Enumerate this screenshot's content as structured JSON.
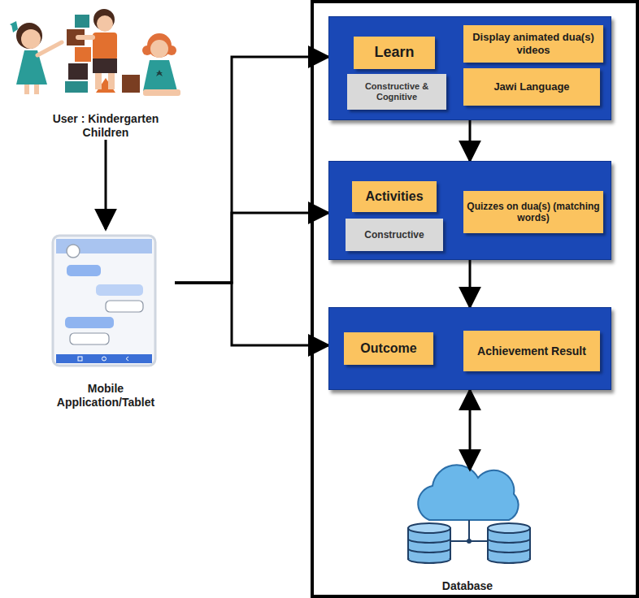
{
  "diagram": {
    "nodes": [
      {
        "text": [
          "User : Kindergarten Children"
        ]
      },
      {
        "text": [
          "Mobile Application/Tablet"
        ]
      },
      {
        "text": [
          "Learn"
        ]
      },
      {
        "text": [
          "Constructive & Cognitive"
        ],
        "in": 2
      },
      {
        "text": [
          "Display animated dua(s) videos"
        ],
        "in": 2
      },
      {
        "text": [
          "Jawi Language"
        ],
        "in": 2
      },
      {
        "text": [
          "Activities"
        ]
      },
      {
        "text": [
          "Constructive"
        ],
        "in": 6
      },
      {
        "text": [
          "Quizzes on dua(s) (matching words)"
        ],
        "in": 6
      },
      {
        "text": [
          "Outcome"
        ]
      },
      {
        "text": [
          "Achievement Result"
        ],
        "in": 9
      },
      {
        "text": [
          "Database"
        ]
      }
    ],
    "edges": [
      {
        "from": 0,
        "to": 1,
        "arrow": "to"
      },
      {
        "from": 1,
        "to": 2,
        "arrow": "to"
      },
      {
        "from": 1,
        "to": 6,
        "arrow": "to"
      },
      {
        "from": 1,
        "to": 9,
        "arrow": "to"
      },
      {
        "from": 2,
        "to": 6,
        "arrow": "to"
      },
      {
        "from": 6,
        "to": 9,
        "arrow": "to"
      },
      {
        "from": 9,
        "to": 11,
        "arrow": "both"
      }
    ]
  }
}
